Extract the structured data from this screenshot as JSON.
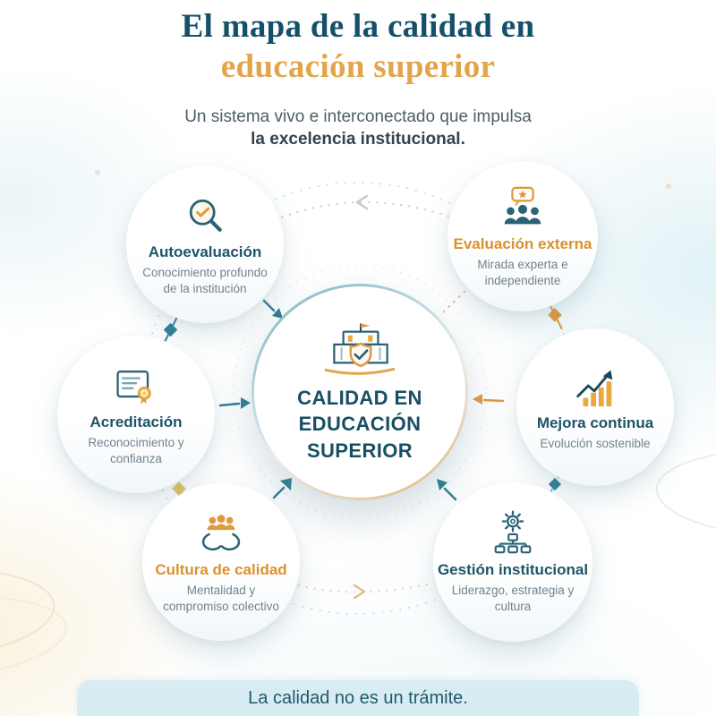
{
  "header": {
    "title_line1": "El mapa de la calidad en",
    "title_line2": "educación superior",
    "subtitle_line1": "Un sistema vivo e interconectado que impulsa",
    "subtitle_line2": "la excelencia institucional."
  },
  "center": {
    "icon": "university-shield-icon",
    "label_lines": [
      "CALIDAD EN",
      "EDUCACIÓN",
      "SUPERIOR"
    ]
  },
  "nodes": [
    {
      "id": "autoevaluacion",
      "title": "Autoevaluación",
      "description": "Conocimiento profundo de la institución",
      "icon": "magnifier-check-icon",
      "accent": "teal"
    },
    {
      "id": "evaluacion-externa",
      "title": "Evaluación externa",
      "description": "Mirada experta e independiente",
      "icon": "reviewers-group-icon",
      "accent": "orange"
    },
    {
      "id": "acreditacion",
      "title": "Acreditación",
      "description": "Reconocimiento y confianza",
      "icon": "certificate-seal-icon",
      "accent": "teal"
    },
    {
      "id": "mejora-continua",
      "title": "Mejora continua",
      "description": "Evolución sostenible",
      "icon": "growth-chart-icon",
      "accent": "teal"
    },
    {
      "id": "cultura-de-calidad",
      "title": "Cultura de calidad",
      "description": "Mentalidad y compromiso colectivo",
      "icon": "hands-community-icon",
      "accent": "orange"
    },
    {
      "id": "gestion-institucional",
      "title": "Gestión institucional",
      "description": "Liderazgo, estrategia y cultura",
      "icon": "gear-hierarchy-icon",
      "accent": "teal"
    }
  ],
  "footer": {
    "banner_text": "La calidad no es un trámite."
  },
  "colors": {
    "title_teal": "#15506a",
    "title_orange": "#e3a54b",
    "node_title_teal": "#1d5468",
    "node_title_orange": "#d9912f",
    "teal_accent": "#2e7e93",
    "orange_accent": "#e09a3e",
    "yellow_accent": "#e6c35f",
    "banner_bg": "#d8ecf3",
    "banner_text_color": "#1f5a6b"
  }
}
